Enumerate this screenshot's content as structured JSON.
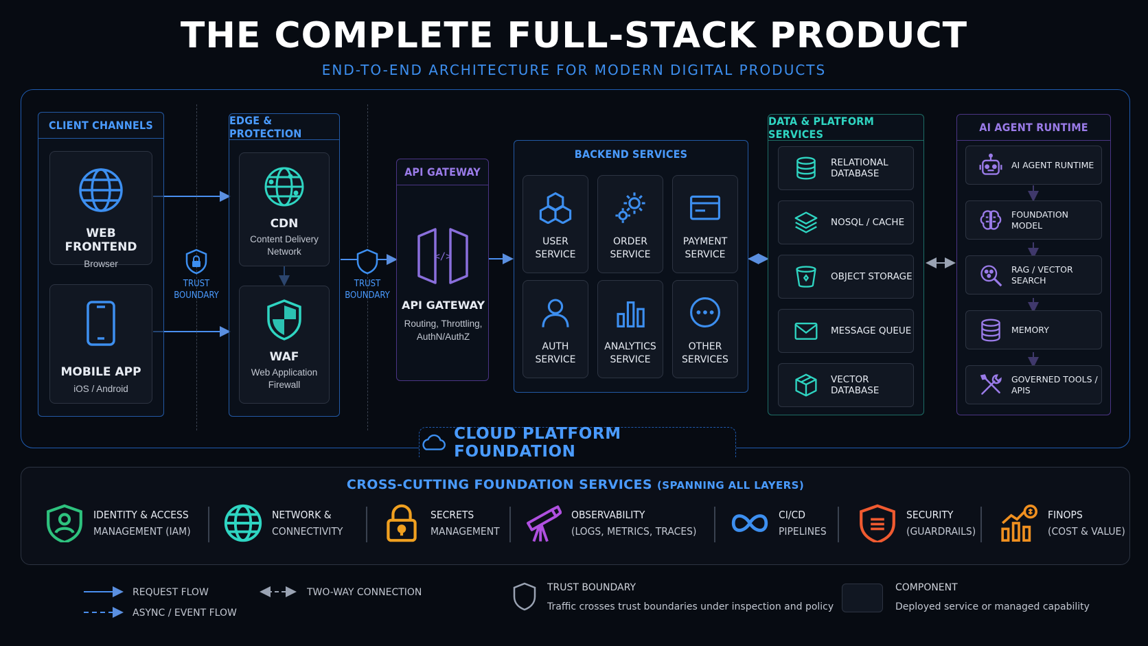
{
  "header": {
    "title": "THE COMPLETE FULL-STACK PRODUCT",
    "subtitle": "END-TO-END ARCHITECTURE FOR MODERN DIGITAL PRODUCTS"
  },
  "client": {
    "heading": "CLIENT CHANNELS",
    "web": {
      "name": "WEB FRONTEND",
      "desc": "Browser"
    },
    "mobile": {
      "name": "MOBILE APP",
      "desc": "iOS / Android"
    }
  },
  "trust1": {
    "line1": "TRUST",
    "line2": "BOUNDARY"
  },
  "edge": {
    "heading": "EDGE & PROTECTION",
    "cdn": {
      "name": "CDN",
      "desc1": "Content Delivery",
      "desc2": "Network"
    },
    "waf": {
      "name": "WAF",
      "desc1": "Web Application",
      "desc2": "Firewall"
    }
  },
  "trust2": {
    "line1": "TRUST",
    "line2": "BOUNDARY"
  },
  "gateway": {
    "heading": "API GATEWAY",
    "name": "API GATEWAY",
    "desc1": "Routing, Throttling,",
    "desc2": "AuthN/AuthZ"
  },
  "backend": {
    "heading": "BACKEND SERVICES",
    "services": [
      {
        "l1": "USER",
        "l2": "SERVICE",
        "icon": "cubes-icon"
      },
      {
        "l1": "ORDER",
        "l2": "SERVICE",
        "icon": "gears-icon"
      },
      {
        "l1": "PAYMENT",
        "l2": "SERVICE",
        "icon": "card-icon"
      },
      {
        "l1": "AUTH",
        "l2": "SERVICE",
        "icon": "user-icon"
      },
      {
        "l1": "ANALYTICS",
        "l2": "SERVICE",
        "icon": "bar-chart-icon"
      },
      {
        "l1": "OTHER",
        "l2": "SERVICES",
        "icon": "more-icon"
      }
    ]
  },
  "data": {
    "heading": "DATA & PLATFORM SERVICES",
    "items": [
      {
        "l1": "RELATIONAL",
        "l2": "DATABASE",
        "icon": "database-icon"
      },
      {
        "l1": "NOSQL / CACHE",
        "l2": "",
        "icon": "layers-icon"
      },
      {
        "l1": "OBJECT STORAGE",
        "l2": "",
        "icon": "bucket-icon"
      },
      {
        "l1": "MESSAGE QUEUE",
        "l2": "",
        "icon": "envelope-icon"
      },
      {
        "l1": "VECTOR DATABASE",
        "l2": "",
        "icon": "cube-icon"
      }
    ]
  },
  "ai": {
    "heading": "AI AGENT RUNTIME",
    "items": [
      {
        "label": "AI AGENT RUNTIME",
        "icon": "robot-icon"
      },
      {
        "label": "FOUNDATION MODEL",
        "icon": "brain-icon"
      },
      {
        "label": "RAG / VECTOR SEARCH",
        "icon": "magnifier-icon"
      },
      {
        "label": "MEMORY",
        "icon": "database-icon"
      },
      {
        "label": "GOVERNED TOOLS / APIS",
        "icon": "tools-icon"
      }
    ]
  },
  "cloud": {
    "label": "CLOUD PLATFORM FOUNDATION"
  },
  "crosscut": {
    "title": "CROSS-CUTTING FOUNDATION SERVICES",
    "title_small": "(SPANNING ALL LAYERS)",
    "items": [
      {
        "l1": "IDENTITY & ACCESS",
        "l2": "MANAGEMENT (IAM)",
        "icon": "shield-user-icon",
        "color": "#2ec27e"
      },
      {
        "l1": "NETWORK &",
        "l2": "CONNECTIVITY",
        "icon": "globe-icon",
        "color": "#2fd5c2"
      },
      {
        "l1": "SECRETS",
        "l2": "MANAGEMENT",
        "icon": "padlock-icon",
        "color": "#f0a020"
      },
      {
        "l1": "OBSERVABILITY",
        "l2": "(LOGS, METRICS, TRACES)",
        "icon": "telescope-icon",
        "color": "#b050e0"
      },
      {
        "l1": "CI/CD",
        "l2": "PIPELINES",
        "icon": "infinity-icon",
        "color": "#3d8ff0"
      },
      {
        "l1": "SECURITY",
        "l2": "(GUARDRAILS)",
        "icon": "shield-icon",
        "color": "#f05a30"
      },
      {
        "l1": "FINOPS",
        "l2": "(COST & VALUE)",
        "icon": "finops-icon",
        "color": "#f09020"
      }
    ]
  },
  "legend": {
    "request": "REQUEST FLOW",
    "async": "ASYNC / EVENT FLOW",
    "twoway": "TWO-WAY CONNECTION",
    "trust_title": "TRUST BOUNDARY",
    "trust_desc": "Traffic crosses trust boundaries under inspection and policy",
    "comp_title": "COMPONENT",
    "comp_desc": "Deployed service or managed capability"
  },
  "colors": {
    "blue": "#4a9bff",
    "teal": "#2fd5c2",
    "purple": "#9a7be8",
    "background": "#070b12"
  }
}
